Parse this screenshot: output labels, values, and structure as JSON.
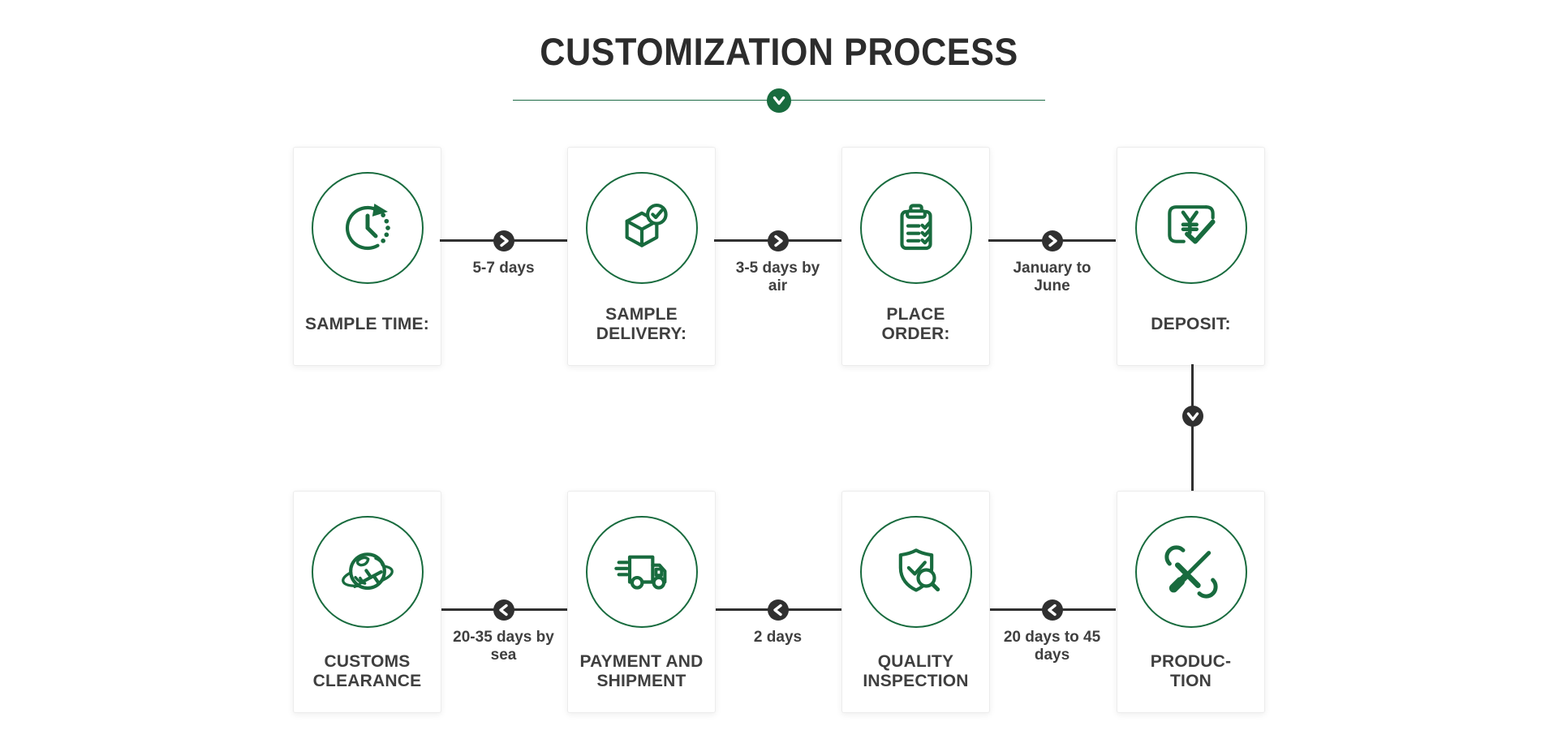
{
  "title": "CUSTOMIZATION PROCESS",
  "colors": {
    "green": "#186b3e",
    "dark": "#303030",
    "label_text": "#3f3f3f"
  },
  "divider": {
    "chevron_icon": "chevron-down-icon"
  },
  "steps": [
    {
      "label": "SAMPLE TIME:",
      "icon": "clock-history-icon"
    },
    {
      "label": "SAMPLE\nDELIVERY:",
      "icon": "box-check-icon"
    },
    {
      "label": "PLACE\nORDER:",
      "icon": "clipboard-checklist-icon"
    },
    {
      "label": "DEPOSIT:",
      "icon": "yen-payment-check-icon"
    },
    {
      "label": "PRODUC-\nTION",
      "icon": "wrench-screwdriver-icon"
    },
    {
      "label": "QUALITY\nINSPECTION",
      "icon": "shield-check-magnifier-icon"
    },
    {
      "label": "PAYMENT AND\nSHIPMENT",
      "icon": "delivery-truck-icon"
    },
    {
      "label": "CUSTOMS\nCLEARANCE",
      "icon": "globe-airplane-icon"
    }
  ],
  "connectors": [
    {
      "from": "sample-time",
      "to": "sample-delivery",
      "direction": "right",
      "label": "5-7 days"
    },
    {
      "from": "sample-delivery",
      "to": "place-order",
      "direction": "right",
      "label": "3-5 days by\nair"
    },
    {
      "from": "place-order",
      "to": "deposit",
      "direction": "right",
      "label": "January to\nJune"
    },
    {
      "from": "deposit",
      "to": "production",
      "direction": "down",
      "label": ""
    },
    {
      "from": "production",
      "to": "quality-inspection",
      "direction": "left",
      "label": "20 days to 45\ndays"
    },
    {
      "from": "quality-inspection",
      "to": "payment-shipment",
      "direction": "left",
      "label": "2 days"
    },
    {
      "from": "payment-shipment",
      "to": "customs-clearance",
      "direction": "left",
      "label": "20-35 days by\nsea"
    }
  ]
}
